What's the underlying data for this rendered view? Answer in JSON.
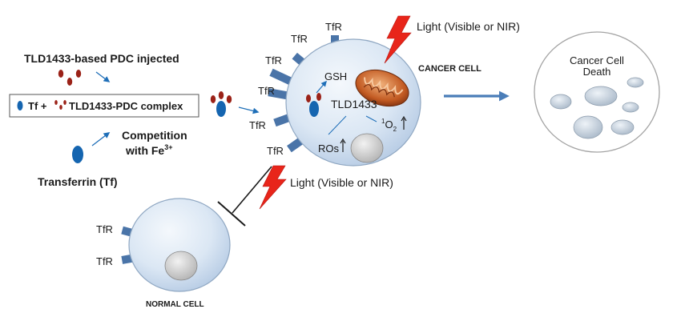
{
  "left": {
    "injected_label": "TLD1433-based PDC injected",
    "complex_box": {
      "tf": "Tf +",
      "complex": "TLD1433-PDC complex"
    },
    "competition_line1": "Competition",
    "competition_line2": "with Fe",
    "competition_sup": "3+",
    "transferrin_label": "Transferrin (Tf)"
  },
  "cancer_cell": {
    "title": "CANCER CELL",
    "light_label": "Light (Visible or NIR)",
    "receptor_label": "TfR",
    "gsh_label": "GSH",
    "drug_label": "TLD1433",
    "ros_label": "ROs",
    "singlet_sup": "1",
    "singlet_main": "O",
    "singlet_sub": "2"
  },
  "normal_cell": {
    "title": "NORMAL CELL",
    "light_label": "Light (Visible or NIR)",
    "receptor_label": "TfR"
  },
  "death_cell": {
    "label_line1": "Cancer Cell",
    "label_line2": "Death"
  },
  "colors": {
    "transferrin": "#1565b0",
    "drug": "#9b2218",
    "receptor": "#4a74a8",
    "cell_fill": "#d6e4f3",
    "arrow": "#4a7db8",
    "bolt": "#e8251a",
    "mito": "#b9521f"
  }
}
